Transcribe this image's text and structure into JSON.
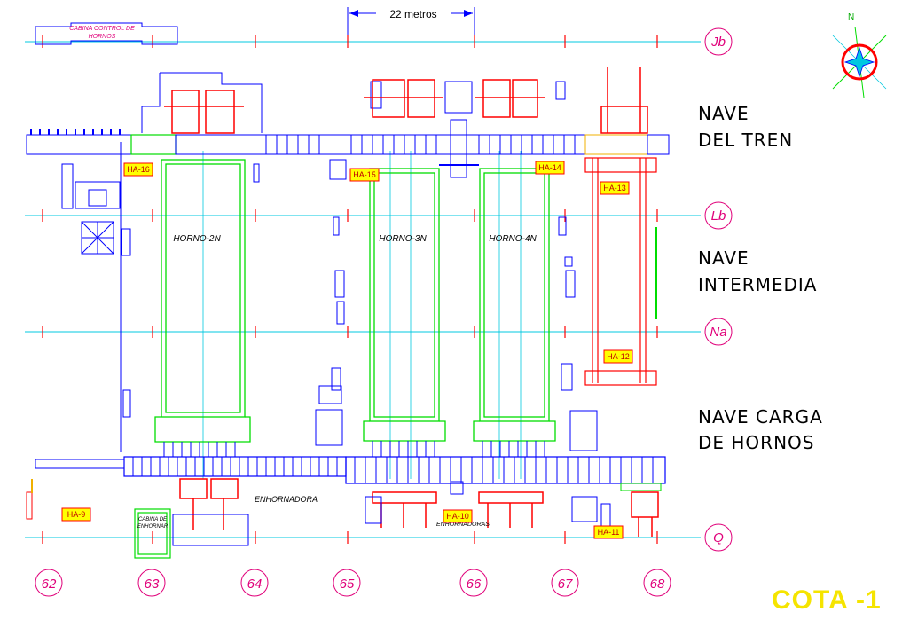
{
  "dimension": {
    "label": "22 metros"
  },
  "cabina_control": {
    "line1": "CABINA CONTROL DE",
    "line2": "HORNOS"
  },
  "cabina_enhornar": {
    "line1": "CABINA DE",
    "line2": "ENHORNAR"
  },
  "row_axes": [
    {
      "id": "Jb",
      "label": "Jb"
    },
    {
      "id": "Lb",
      "label": "Lb"
    },
    {
      "id": "Na",
      "label": "Na"
    },
    {
      "id": "Q",
      "label": "Q"
    }
  ],
  "column_axes": [
    "62",
    "63",
    "64",
    "65",
    "66",
    "67",
    "68"
  ],
  "naves": [
    {
      "line1": "NAVE",
      "line2": "DEL TREN"
    },
    {
      "line1": "NAVE",
      "line2": "INTERMEDIA"
    },
    {
      "line1": "NAVE CARGA",
      "line2": "DE HORNOS"
    }
  ],
  "hornos": [
    "HORNO-2N",
    "HORNO-3N",
    "HORNO-4N"
  ],
  "tags": [
    "HA-16",
    "HA-15",
    "HA-14",
    "HA-13",
    "HA-12",
    "HA-9",
    "HA-10",
    "HA-11"
  ],
  "labels": {
    "enhornadora": "ENHORNADORA",
    "enhornadoras": "ENHORNADORAS"
  },
  "compass": {
    "north": "N"
  },
  "cota": "COTA -1",
  "colors": {
    "grid": "#00c8e0",
    "tick": "#ff0000",
    "axis": "#e0007a",
    "furnace": "#00dd00",
    "equipment": "#0000ff",
    "crane": "#ff0000",
    "tag_bg": "#ffff00"
  }
}
